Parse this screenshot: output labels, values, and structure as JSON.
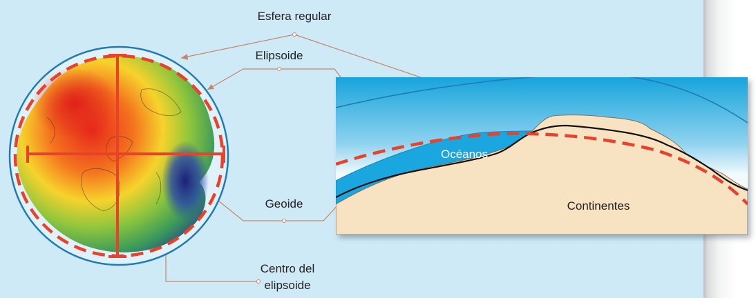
{
  "labels": {
    "regular_sphere": "Esfera regular",
    "ellipsoid": "Elipsoide",
    "geoid": "Geoide",
    "ellipsoid_center_line1": "Centro del",
    "ellipsoid_center_line2": "elipsoide",
    "oceans": "Océanos",
    "continents": "Continentes"
  },
  "colors": {
    "background": "#cfeaf7",
    "regular_sphere_line": "#1f7bb0",
    "ellipsoid_line": "#e8412c",
    "geoid_line": "#111111",
    "ocean": "#1aa6de",
    "continent": "#f7e3c2",
    "leader_line": "#c4876a"
  }
}
